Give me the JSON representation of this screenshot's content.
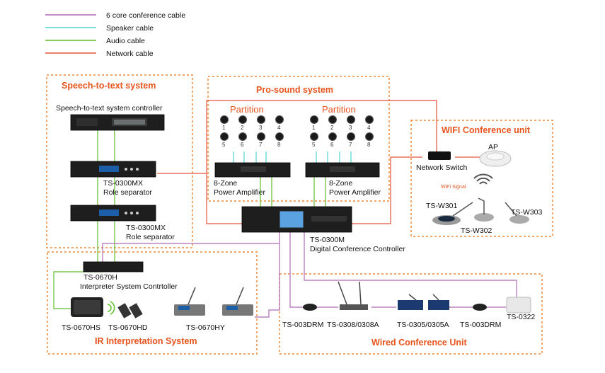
{
  "legend": [
    {
      "label": "6 core conference cable",
      "color": "#b06ab3"
    },
    {
      "label": "Speaker cable",
      "color": "#4fd3d3"
    },
    {
      "label": "Audio cable",
      "color": "#5fbf2a"
    },
    {
      "label": "Network cable",
      "color": "#e5533d"
    }
  ],
  "zones": {
    "stt": "Speech-to-text system",
    "prosound": "Pro-sound  system",
    "wifi": "WIFI Conference unit",
    "ir": "IR Interpretation System",
    "wired": "Wired Conference Unit"
  },
  "devices": {
    "stt_controller": "Speech-to-text system controller",
    "role_sep1_model": "TS-0300MX",
    "role_sep1_name": "Role separator",
    "role_sep2_model": "TS-0300MX",
    "role_sep2_name": "Role separator",
    "partition": "Partition",
    "amp_line1": "8-Zone",
    "amp_line2": "Power Amplifier",
    "controller_model": "TS-0300M",
    "controller_name": "Digital Conference Controller",
    "network_switch": "Network Switch",
    "ap": "AP",
    "wifi_signal": "WiFi Signal",
    "w301": "TS-W301",
    "w302": "TS-W302",
    "w303": "TS-W303",
    "interp_model": "TS-0670H",
    "interp_name": "Interpreter System Contrtoller",
    "hs": "TS-0670HS",
    "hd": "TS-0670HD",
    "hy": "TS-0670HY",
    "drm1": "TS-003DRM",
    "mic0308": "TS-0308/0308A",
    "mic0305": "TS-0305/0305A",
    "drm2": "TS-003DRM",
    "t0322": "TS-0322"
  },
  "speaker_numbers": [
    "1",
    "2",
    "3",
    "4",
    "5",
    "6",
    "7",
    "8"
  ]
}
